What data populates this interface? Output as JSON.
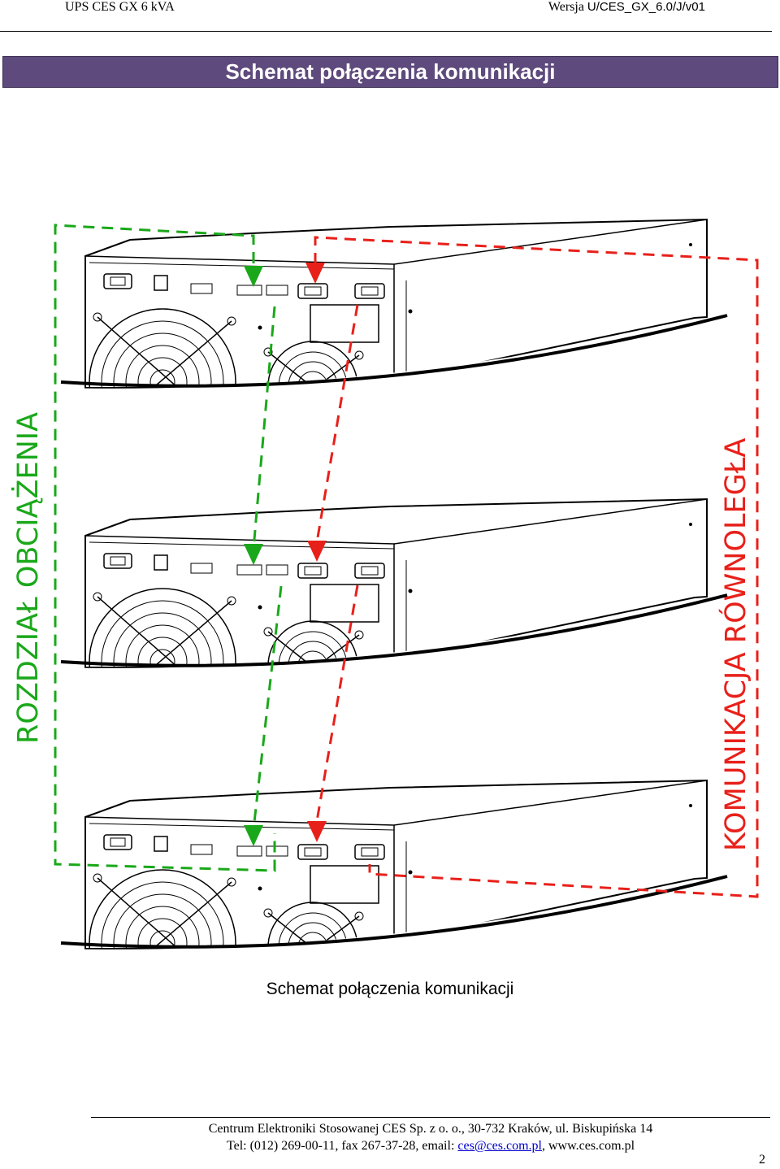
{
  "header": {
    "left": "UPS CES GX 6 kVA",
    "right_prefix": "Wersja",
    "right_version": "U/CES_GX_6.0/J/v01"
  },
  "title_bar": "Schemat połączenia komunikacji",
  "diagram": {
    "left_label": "ROZDZIAŁ OBCIĄŻENIA",
    "right_label": "KOMUNIKACJA RÓWNOLEGŁA",
    "colors": {
      "load_sharing": "#1aa81a",
      "parallel": "#e8201a",
      "device": "#000000"
    },
    "unit_count": 3
  },
  "caption": "Schemat połączenia komunikacji",
  "footer": {
    "line1": "Centrum Elektroniki Stosowanej CES Sp. z o. o., 30-732   Kraków, ul. Biskupińska 14",
    "line2_prefix": "Tel: (012) 269-00-11, fax 267-37-28, email: ",
    "email": "ces@ces.com.pl",
    "line2_suffix": ", www.ces.com.pl"
  },
  "page_number": "2"
}
